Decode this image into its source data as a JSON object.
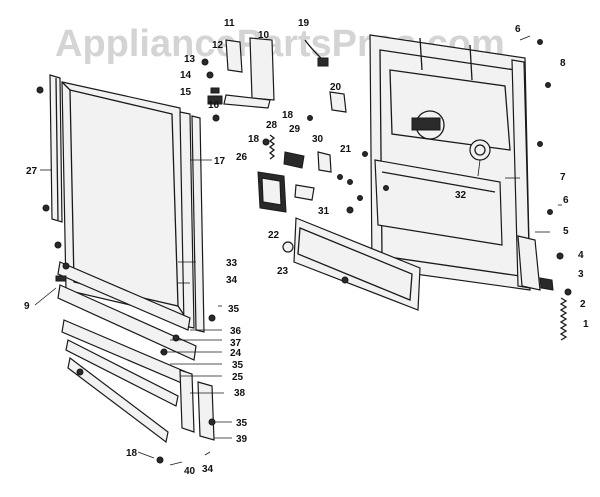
{
  "watermark": "AppliancePartsPros.com",
  "callouts": [
    "1",
    "2",
    "3",
    "4",
    "5",
    "6",
    "7",
    "8",
    "9",
    "10",
    "11",
    "12",
    "13",
    "14",
    "15",
    "16",
    "17",
    "18",
    "19",
    "20",
    "21",
    "22",
    "23",
    "24",
    "25",
    "26",
    "27",
    "28",
    "29",
    "30",
    "31",
    "32",
    "33",
    "34",
    "35",
    "36",
    "37",
    "38",
    "39",
    "40"
  ],
  "labels": {
    "l1": "1",
    "l2": "2",
    "l3": "3",
    "l4": "4",
    "l5": "5",
    "l6a": "6",
    "l6b": "6",
    "l7": "7",
    "l8": "8",
    "l9": "9",
    "l10": "10",
    "l11": "11",
    "l12": "12",
    "l13": "13",
    "l14": "14",
    "l15": "15",
    "l16": "16",
    "l17": "17",
    "l18a": "18",
    "l18b": "18",
    "l18c": "18",
    "l19": "19",
    "l20": "20",
    "l21": "21",
    "l22": "22",
    "l23": "23",
    "l24": "24",
    "l25": "25",
    "l26": "26",
    "l27": "27",
    "l28": "28",
    "l29": "29",
    "l30": "30",
    "l31": "31",
    "l32": "32",
    "l33": "33",
    "l34a": "34",
    "l34b": "34",
    "l35a": "35",
    "l35b": "35",
    "l35c": "35",
    "l36": "36",
    "l37": "37",
    "l38": "38",
    "l39": "39",
    "l40": "40"
  }
}
